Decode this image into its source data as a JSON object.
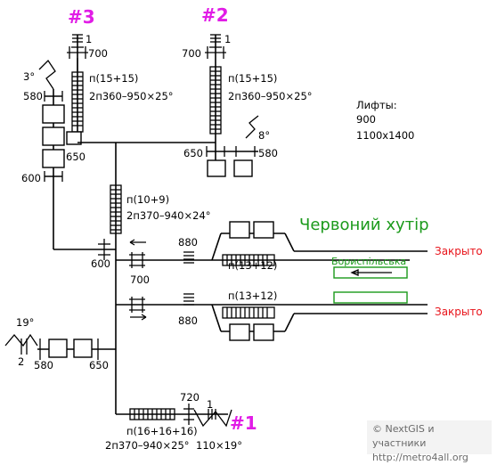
{
  "exits": {
    "e3": "#3",
    "e2": "#2",
    "e1": "#1"
  },
  "lifts": {
    "title": "Лифты:",
    "size": "900",
    "dims": "1100x1400"
  },
  "station_name": "Червоний хутір",
  "platform_name": "Бориспільська",
  "closed": {
    "top": "Закрыто",
    "bottom": "Закрыто"
  },
  "labels": {
    "e3_steps": "1",
    "e3_width": "700",
    "e3_stair1": "п(15+15)",
    "e3_stair2": "2п360–950×25°",
    "e3_ramp": "3°",
    "e3_door1": "580",
    "e3_door2": "650",
    "e3_door3": "600",
    "e2_steps": "1",
    "e2_width": "700",
    "e2_stair1": "п(15+15)",
    "e2_stair2": "2п360–950×25°",
    "e2_ramp": "8°",
    "e2_door1": "650",
    "e2_door2": "580",
    "mid_stair1": "п(10+9)",
    "mid_stair2": "2п370–940×24°",
    "hall_door": "600",
    "turnstile_top": "700",
    "gap_top": "880",
    "gap_bottom": "880",
    "plat_stair_top": "п(13+12)",
    "plat_stair_bottom": "п(13+12)",
    "left_ramp": "19°",
    "left_steps": "2",
    "left_door1": "580",
    "left_door2": "650",
    "e1_door": "720",
    "e1_steps": "1",
    "e1_stair1": "п(16+16+16)",
    "e1_stair2": "2п370–940×25°",
    "e1_ramp": "110×19°"
  },
  "credit": {
    "line1": "© NextGIS и участники",
    "line2": "http://metro4all.org"
  }
}
